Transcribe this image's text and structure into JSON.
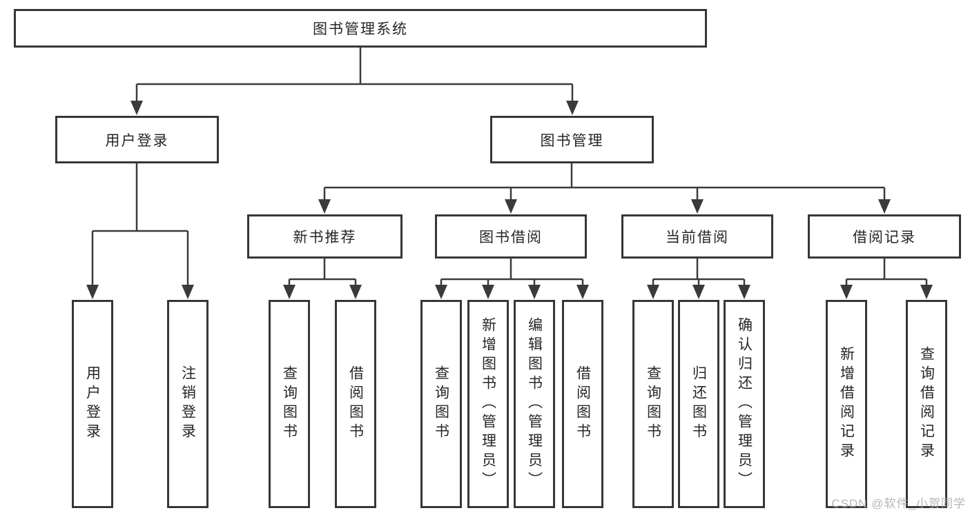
{
  "diagram_title": "图书管理系统",
  "colors": {
    "line": "#3a3a3a",
    "box_border": "#363636",
    "text": "#262626",
    "watermark": "#ada8a8",
    "background": "#ffffff"
  },
  "tree": {
    "root": {
      "label": "图书管理系统",
      "children": [
        {
          "label": "用户登录",
          "children": [
            {
              "label": "用户登录"
            },
            {
              "label": "注销登录"
            }
          ]
        },
        {
          "label": "图书管理",
          "children": [
            {
              "label": "新书推荐",
              "children": [
                {
                  "label": "查询图书"
                },
                {
                  "label": "借阅图书"
                }
              ]
            },
            {
              "label": "图书借阅",
              "children": [
                {
                  "label": "查询图书"
                },
                {
                  "label": "新增图书（管理员）"
                },
                {
                  "label": "编辑图书（管理员）"
                },
                {
                  "label": "借阅图书"
                }
              ]
            },
            {
              "label": "当前借阅",
              "children": [
                {
                  "label": "查询图书"
                },
                {
                  "label": "归还图书"
                },
                {
                  "label": "确认归还（管理员）"
                }
              ]
            },
            {
              "label": "借阅记录",
              "children": [
                {
                  "label": "新增借阅记录"
                },
                {
                  "label": "查询借阅记录"
                }
              ]
            }
          ]
        }
      ]
    }
  },
  "watermark": {
    "text": "CSDN @软件_小贺同学"
  }
}
